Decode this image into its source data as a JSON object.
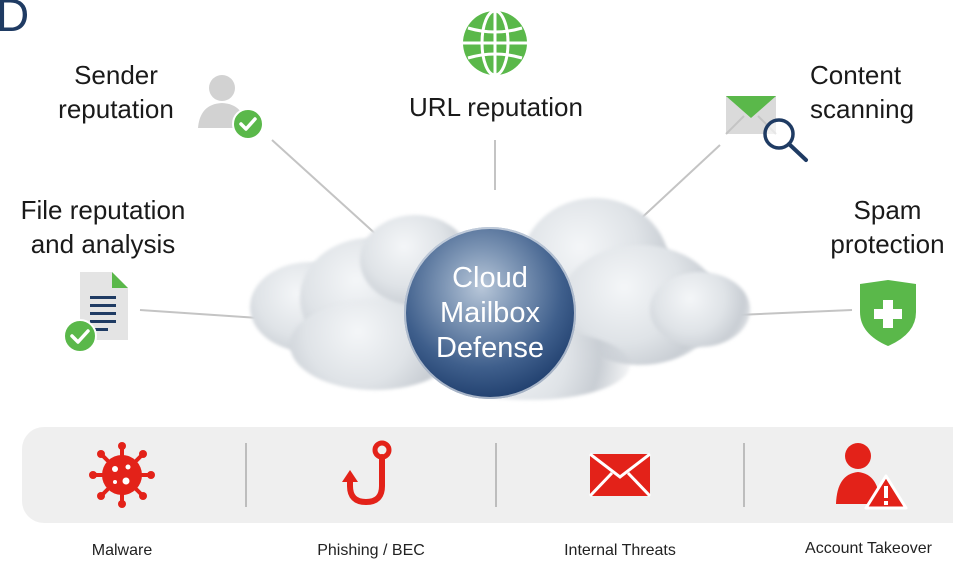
{
  "header": {
    "partial_letter": "D"
  },
  "center": {
    "label_lines": [
      "Cloud",
      "Mailbox",
      "Defense"
    ]
  },
  "features": {
    "sender_reputation": {
      "label_lines": [
        "Sender",
        "reputation"
      ],
      "icon": "user-check-icon"
    },
    "url_reputation": {
      "label_lines": [
        "URL reputation"
      ],
      "icon": "globe-icon"
    },
    "content_scanning": {
      "label_lines": [
        "Content",
        "scanning"
      ],
      "icon": "envelope-magnifier-icon"
    },
    "file_reputation": {
      "label_lines": [
        "File reputation",
        "and analysis"
      ],
      "icon": "document-check-icon"
    },
    "spam_protection": {
      "label_lines": [
        "Spam",
        "protection"
      ],
      "icon": "shield-plus-icon"
    }
  },
  "threats": [
    {
      "label": "Malware",
      "icon": "virus-icon"
    },
    {
      "label": "Phishing / BEC",
      "icon": "fishhook-icon"
    },
    {
      "label": "Internal Threats",
      "icon": "envelope-icon"
    },
    {
      "label": "Account Takeover",
      "icon": "user-warning-icon"
    }
  ],
  "colors": {
    "accent_green": "#5ab84a",
    "threat_red": "#e32219",
    "navy": "#1f3b63",
    "connector_gray": "#c4c4c4"
  }
}
